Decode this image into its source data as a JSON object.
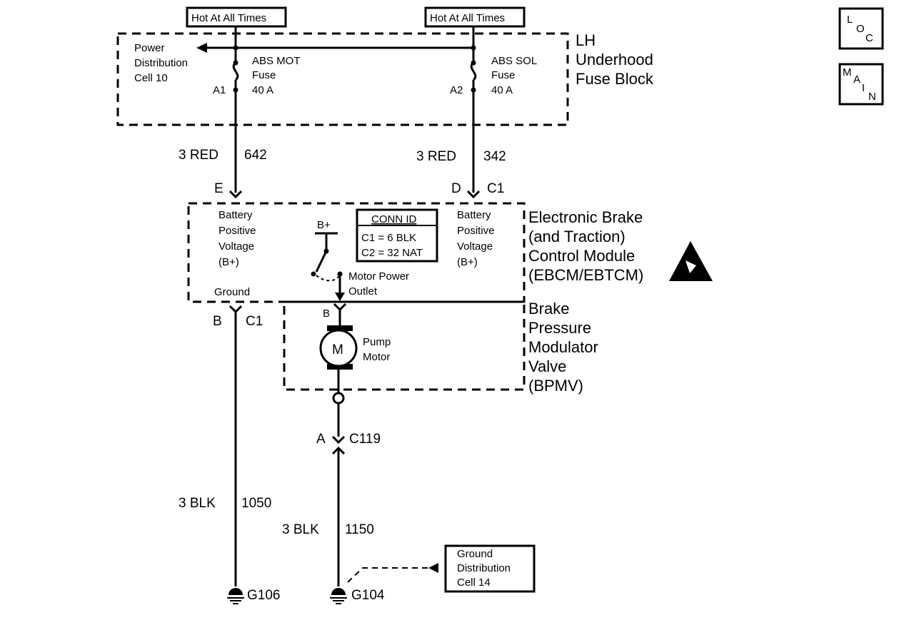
{
  "hot_labels": [
    "Hot At All Times",
    "Hot At All Times"
  ],
  "fuse_block": {
    "name_lines": [
      "LH",
      "Underhood",
      "Fuse Block"
    ],
    "power_dist_lines": [
      "Power",
      "Distribution",
      "Cell 10"
    ],
    "fuse_left": {
      "lines": [
        "ABS MOT",
        "Fuse",
        "40 A"
      ],
      "pin": "A1"
    },
    "fuse_right": {
      "lines": [
        "ABS SOL",
        "Fuse",
        "40 A"
      ],
      "pin": "A2"
    }
  },
  "wires": {
    "left_top": {
      "gauge_color": "3 RED",
      "circuit": "642",
      "pin": "E"
    },
    "right_top": {
      "gauge_color": "3 RED",
      "circuit": "342",
      "pin": "D",
      "connector": "C1"
    },
    "ground_left": {
      "pin": "B",
      "connector": "C1",
      "gauge_color": "3 BLK",
      "circuit": "1050",
      "ground": "G106"
    },
    "ground_right": {
      "pin": "A",
      "connector": "C119",
      "gauge_color": "3 BLK",
      "circuit": "1150",
      "ground": "G104"
    }
  },
  "ebcm": {
    "name_lines": [
      "Electronic Brake",
      "(and Traction)",
      "Control Module",
      "(EBCM/EBTCM)"
    ],
    "left_label_lines": [
      "Battery",
      "Positive",
      "Voltage",
      "(B+)"
    ],
    "right_label_lines": [
      "Battery",
      "Positive",
      "Voltage",
      "(B+)"
    ],
    "ground_label": "Ground",
    "bplus": "B+",
    "motor_outlet_lines": [
      "Motor Power",
      "Outlet"
    ],
    "conn_id": {
      "title": "CONN ID",
      "rows": [
        "C1 = 6 BLK",
        "C2 = 32 NAT"
      ]
    }
  },
  "bpmv": {
    "name_lines": [
      "Brake",
      "Pressure",
      "Modulator",
      "Valve",
      "(BPMV)"
    ],
    "pin": "B",
    "motor_symbol": "M",
    "motor_label_lines": [
      "Pump",
      "Motor"
    ]
  },
  "ground_dist": {
    "lines": [
      "Ground",
      "Distribution",
      "Cell 14"
    ]
  },
  "side_icons": {
    "loc": [
      "L",
      "O",
      "C"
    ],
    "main": [
      "M",
      "A",
      "I",
      "N"
    ]
  }
}
